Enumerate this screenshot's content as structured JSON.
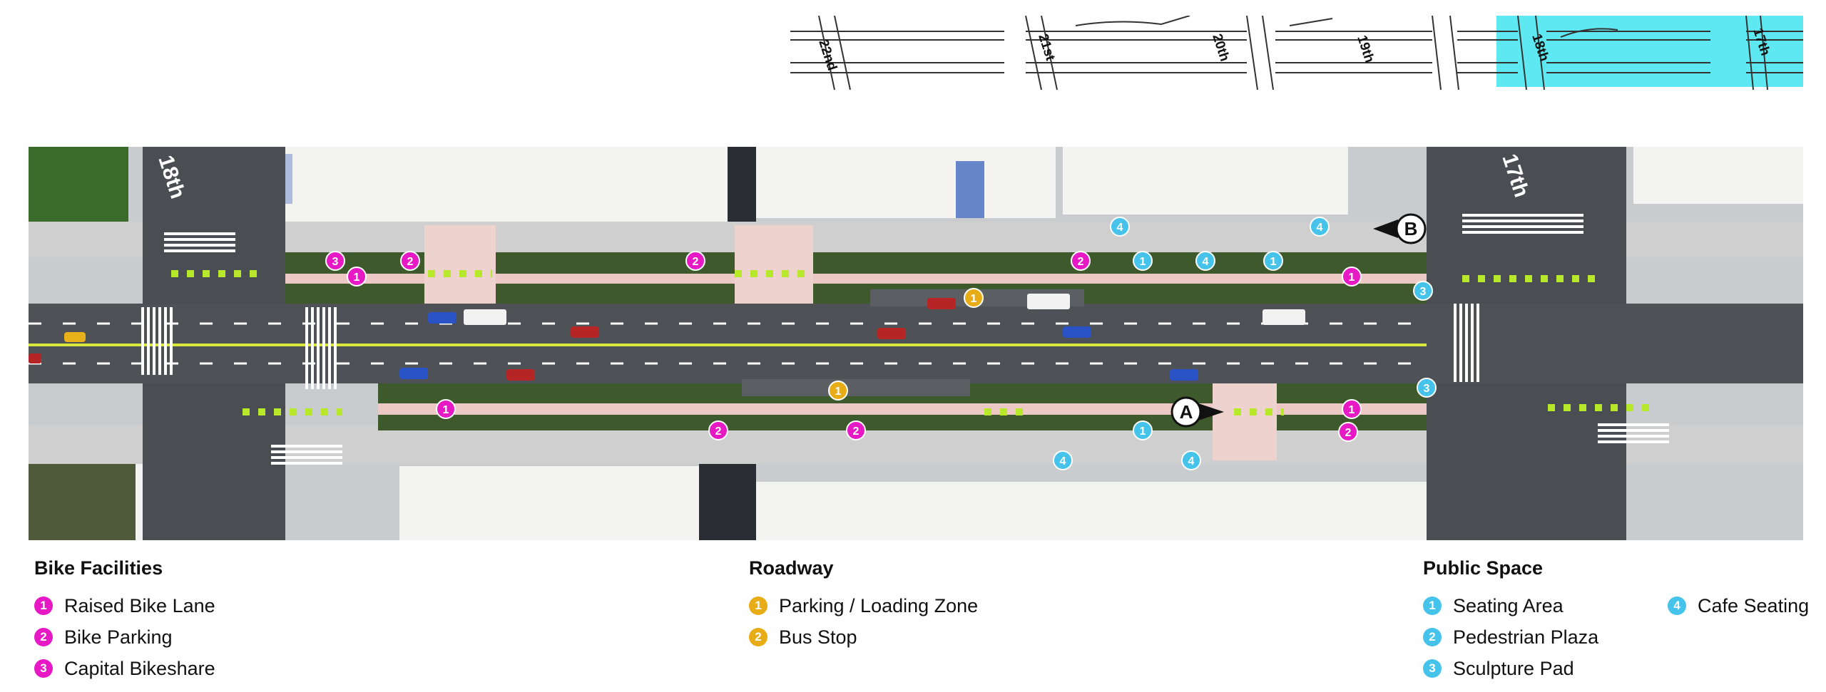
{
  "key_map": {
    "streets": [
      "22nd",
      "21st",
      "20th",
      "19th",
      "18th",
      "17th"
    ],
    "highlight_color": "#5ee9f2"
  },
  "plan": {
    "street_labels": [
      "18th",
      "17th"
    ],
    "view_markers": [
      "A",
      "B"
    ]
  },
  "colors": {
    "bike": "#e619c4",
    "roadway": "#e8ad16",
    "public_space": "#45c3ea"
  },
  "legend": {
    "bike": {
      "heading": "Bike Facilities",
      "items": [
        {
          "num": "1",
          "label": "Raised Bike Lane"
        },
        {
          "num": "2",
          "label": "Bike Parking"
        },
        {
          "num": "3",
          "label": "Capital Bikeshare"
        }
      ]
    },
    "roadway": {
      "heading": "Roadway",
      "items": [
        {
          "num": "1",
          "label": "Parking / Loading Zone"
        },
        {
          "num": "2",
          "label": "Bus Stop"
        }
      ]
    },
    "public_space": {
      "heading": "Public Space",
      "items": [
        {
          "num": "1",
          "label": "Seating Area"
        },
        {
          "num": "2",
          "label": "Pedestrian Plaza"
        },
        {
          "num": "3",
          "label": "Sculpture Pad"
        },
        {
          "num": "4",
          "label": "Cafe Seating"
        }
      ]
    }
  }
}
